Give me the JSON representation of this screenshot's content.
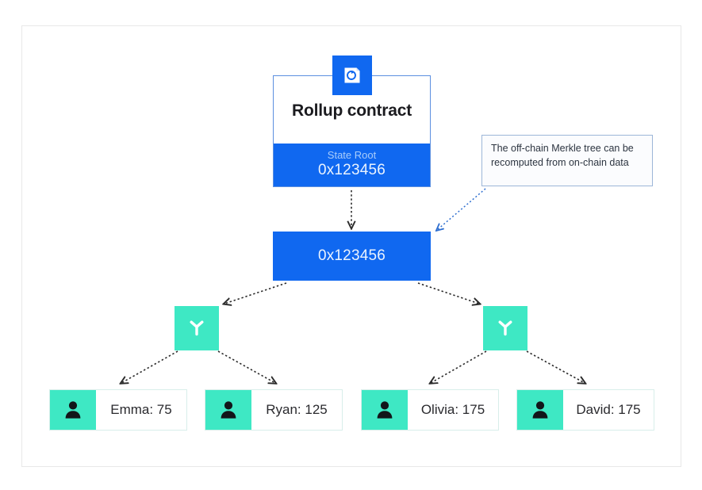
{
  "diagram": {
    "title_text": "Rollup contract",
    "colors": {
      "blue": "#1068F0",
      "teal": "#3EE8C4",
      "annotation_border": "#9CB6D8",
      "frame_border": "#E8E8E8",
      "text_dark": "#1B1B1F"
    },
    "rollup_contract": {
      "title": "Rollup contract",
      "state_root_label": "State Root",
      "state_root_value": "0x123456",
      "icon": "rollup-document-refresh-icon"
    },
    "merkle_root": {
      "value": "0x123456"
    },
    "annotation": {
      "text": "The off-chain Merkle tree can be recomputed from on-chain data"
    },
    "branch_nodes": [
      {
        "id": "left",
        "icon": "merkle-branch-icon"
      },
      {
        "id": "right",
        "icon": "merkle-branch-icon"
      }
    ],
    "leaves": [
      {
        "name": "Emma",
        "balance": "75",
        "label": "Emma: 75",
        "icon": "person-icon"
      },
      {
        "name": "Ryan",
        "balance": "125",
        "label": "Ryan: 125",
        "icon": "person-icon"
      },
      {
        "name": "Olivia",
        "balance": "175",
        "label": "Olivia: 175",
        "icon": "person-icon"
      },
      {
        "name": "David",
        "balance": "175",
        "label": "David: 175",
        "icon": "person-icon"
      }
    ],
    "connectors": [
      {
        "from": "rollup-contract",
        "to": "merkle-root",
        "style": "dotted-dark"
      },
      {
        "from": "annotation",
        "to": "merkle-root",
        "style": "dotted-blue"
      },
      {
        "from": "merkle-root",
        "to": "branch-left",
        "style": "dotted-dark"
      },
      {
        "from": "merkle-root",
        "to": "branch-right",
        "style": "dotted-dark"
      },
      {
        "from": "branch-left",
        "to": "leaf-emma",
        "style": "dotted-dark"
      },
      {
        "from": "branch-left",
        "to": "leaf-ryan",
        "style": "dotted-dark"
      },
      {
        "from": "branch-right",
        "to": "leaf-olivia",
        "style": "dotted-dark"
      },
      {
        "from": "branch-right",
        "to": "leaf-david",
        "style": "dotted-dark"
      }
    ]
  }
}
